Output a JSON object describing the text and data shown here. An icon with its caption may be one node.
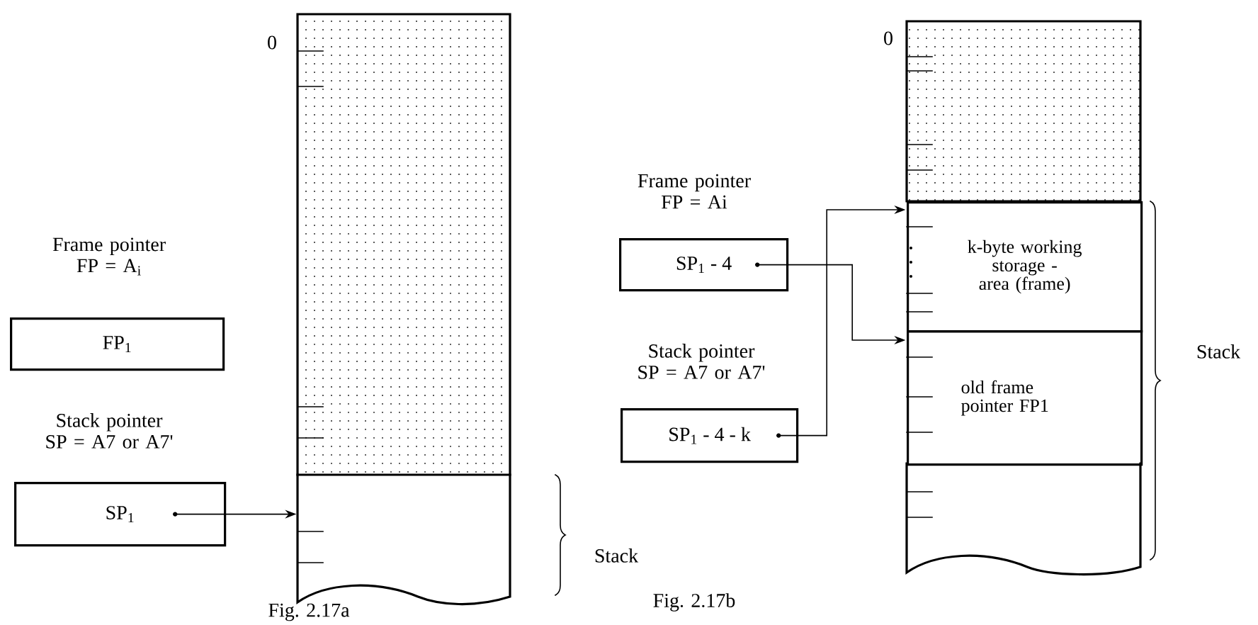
{
  "diagram": {
    "nodes": [
      {
        "text": [
          "Frame pointer FP = A$_{i}$",
          "FP$_{1}$"
        ]
      },
      {
        "text": [
          "Stack  pointer SP = A7 or A7'",
          "SP$_{1}$"
        ]
      },
      {
        "text": [],
        "shape": "box",
        "beside": [
          "0"
        ]
      },
      {
        "text": [],
        "shape": "box"
      },
      {
        "text": [
          "Frame pointer FP = Ai",
          "SP$_{1}$ - 4"
        ]
      },
      {
        "text": [
          "Stack pointer SP = A7 or A7'",
          "SP$_{1}$ - 4 - k"
        ]
      },
      {
        "text": [],
        "shape": "box",
        "beside": [
          "0"
        ]
      },
      {
        "text": [
          "k-byte working storage - area (frame)"
        ]
      },
      {
        "text": [
          "old frame pointer FP1"
        ]
      },
      {
        "text": [],
        "shape": "box"
      }
    ],
    "edges": [
      {
        "from": 1,
        "to": 3,
        "arrow": "to"
      },
      {
        "from": 4,
        "to": 8,
        "arrow": "to"
      },
      {
        "from": 5,
        "to": 7,
        "arrow": "to"
      }
    ],
    "labels": [
      "Stack",
      "Fig. 2.17a",
      "Stack",
      "Fig. 2.17b"
    ]
  }
}
